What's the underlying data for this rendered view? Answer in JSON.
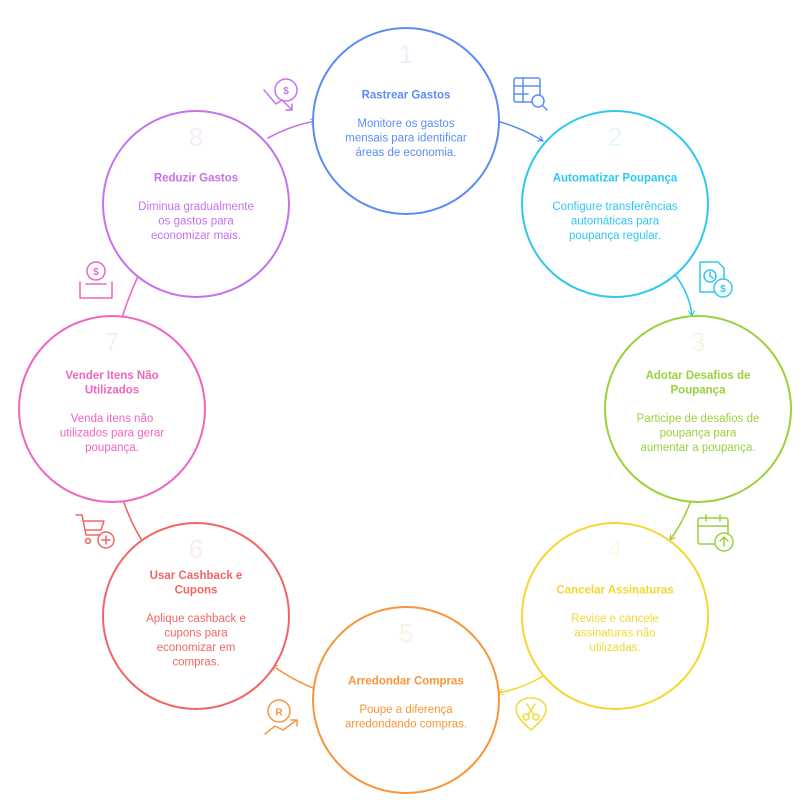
{
  "diagram": {
    "steps": [
      {
        "number": "1",
        "title": [
          "Rastrear Gastos"
        ],
        "desc": [
          "Monitore os gastos",
          "mensais para identificar",
          "áreas de economia."
        ],
        "color": "#5b8ef5",
        "icon": "spreadsheet-search-icon"
      },
      {
        "number": "2",
        "title": [
          "Automatizar Poupança"
        ],
        "desc": [
          "Configure transferências",
          "automáticas para",
          "poupança regular."
        ],
        "color": "#2fc8ef",
        "icon": "scheduled-payment-icon"
      },
      {
        "number": "3",
        "title": [
          "Adotar Desafios de",
          "Poupança"
        ],
        "desc": [
          "Participe de desafios de",
          "poupança para",
          "aumentar a poupança."
        ],
        "color": "#9bd13a",
        "icon": "calendar-upload-icon"
      },
      {
        "number": "4",
        "title": [
          "Cancelar Assinaturas"
        ],
        "desc": [
          "Revise e cancele",
          "assinaturas não",
          "utilizadas."
        ],
        "color": "#f2d833",
        "icon": "scissors-badge-icon"
      },
      {
        "number": "5",
        "title": [
          "Arredondar Compras"
        ],
        "desc": [
          "Poupe a diferença",
          "arredondando compras."
        ],
        "color": "#f7963a",
        "icon": "coin-growth-icon"
      },
      {
        "number": "6",
        "title": [
          "Usar Cashback e",
          "Cupons"
        ],
        "desc": [
          "Aplique cashback e",
          "cupons para",
          "economizar em",
          "compras."
        ],
        "color": "#f26565",
        "icon": "cart-add-icon"
      },
      {
        "number": "7",
        "title": [
          "Vender Itens Não",
          "Utilizados"
        ],
        "desc": [
          "Venda itens não",
          "utilizados para gerar",
          "poupança."
        ],
        "color": "#ee66c0",
        "icon": "coin-drop-box-icon"
      },
      {
        "number": "8",
        "title": [
          "Reduzir Gastos"
        ],
        "desc": [
          "Diminua gradualmente",
          "os gastos para",
          "economizar mais."
        ],
        "color": "#c672ee",
        "icon": "money-decrease-icon"
      }
    ]
  }
}
